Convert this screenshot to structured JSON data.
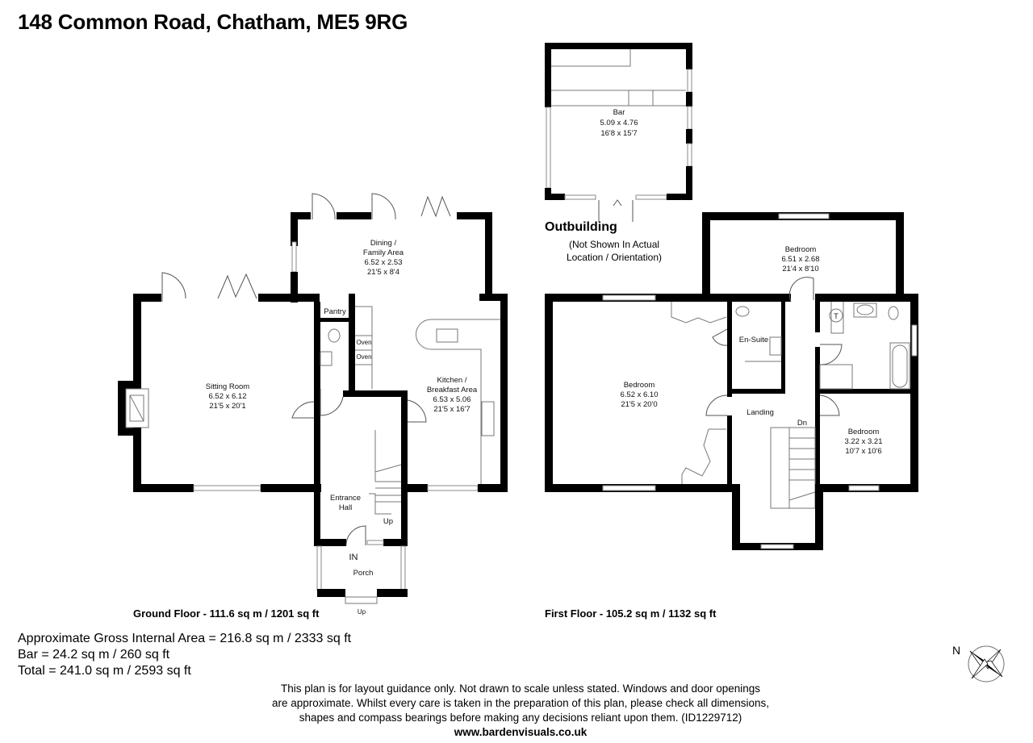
{
  "title": "148 Common Road, Chatham, ME5 9RG",
  "outbuilding": {
    "heading": "Outbuilding",
    "note_line1": "(Not Shown In Actual",
    "note_line2": "Location / Orientation)",
    "rooms": [
      {
        "name": "Bar",
        "metric": "5.09 x 4.76",
        "imperial": "16'8 x 15'7"
      }
    ]
  },
  "ground_floor": {
    "label": "Ground Floor - 111.6 sq m / 1201 sq ft",
    "rooms": {
      "dining": {
        "name_line1": "Dining /",
        "name_line2": "Family Area",
        "metric": "6.52 x 2.53",
        "imperial": "21'5 x 8'4"
      },
      "sitting": {
        "name": "Sitting Room",
        "metric": "6.52 x 6.12",
        "imperial": "21'5 x 20'1"
      },
      "kitchen": {
        "name_line1": "Kitchen /",
        "name_line2": "Breakfast Area",
        "metric": "6.53 x 5.06",
        "imperial": "21'5 x 16'7"
      },
      "pantry": {
        "name": "Pantry"
      },
      "oven1": "Oven",
      "oven2": "Oven",
      "entrance": {
        "name_line1": "Entrance",
        "name_line2": "Hall"
      },
      "porch": {
        "name": "Porch"
      }
    },
    "stairs_label": "Up",
    "porch_step_label": "Up",
    "entry_label": "IN"
  },
  "first_floor": {
    "label": "First Floor - 105.2 sq m / 1132 sq ft",
    "rooms": {
      "bedroom_main": {
        "name": "Bedroom",
        "metric": "6.52 x 6.10",
        "imperial": "21'5 x 20'0"
      },
      "bedroom_top": {
        "name": "Bedroom",
        "metric": "6.51 x 2.68",
        "imperial": "21'4 x 8'10"
      },
      "bedroom_small": {
        "name": "Bedroom",
        "metric": "3.22 x 3.21",
        "imperial": "10'7 x 10'6"
      },
      "ensuite": {
        "name": "En-Suite"
      },
      "landing": {
        "name": "Landing"
      }
    },
    "stairs_label": "Dn",
    "tank_label": "T"
  },
  "areas": {
    "gross": "Approximate Gross Internal Area = 216.8 sq m / 2333 sq ft",
    "bar": "Bar = 24.2 sq m / 260 sq ft",
    "total": "Total = 241.0 sq m / 2593 sq ft"
  },
  "disclaimer": {
    "line1": "This plan is for layout guidance only. Not drawn to scale unless stated. Windows and door openings",
    "line2": "are approximate. Whilst every care is taken in the preparation of this plan, please check all dimensions,",
    "line3": "shapes and compass bearings before making any decisions reliant upon them. (ID1229712)",
    "website": "www.bardenvisuals.co.uk"
  },
  "compass": {
    "label": "N",
    "icon": "compass-rose-icon"
  }
}
